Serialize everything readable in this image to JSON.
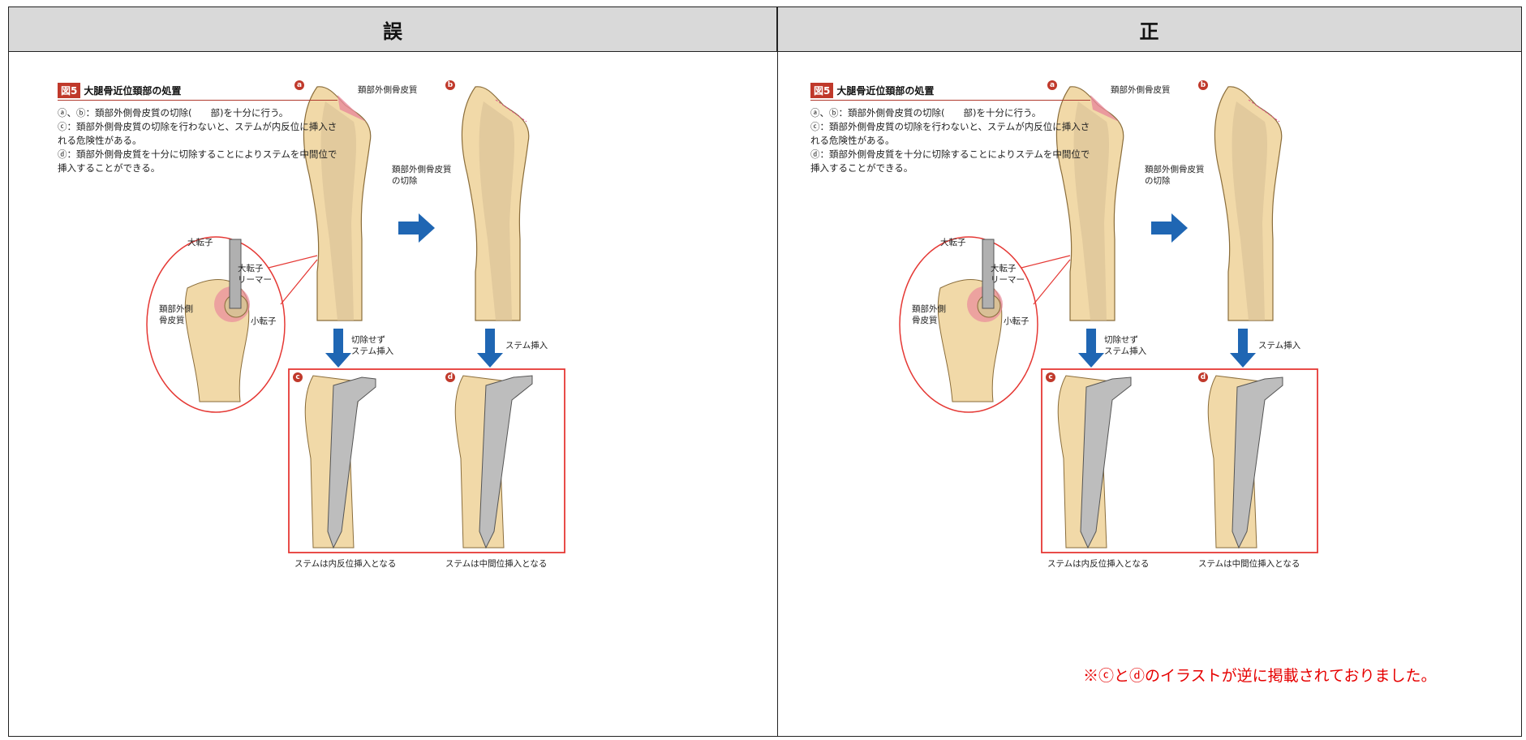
{
  "header": {
    "left_title": "誤",
    "right_title": "正"
  },
  "figure": {
    "tag": "図5",
    "title": "大腿骨近位頚部の処置",
    "caption_line1": "ⓐ、ⓑ：頚部外側骨皮質の切除(　　部)を十分に行う。",
    "caption_line2": "ⓒ：頚部外側骨皮質の切除を行わないと、ステムが内反位に挿入される危険性がある。",
    "caption_line3": "ⓓ：頚部外側骨皮質を十分に切除することによりステムを中間位で挿入することができる。",
    "label_a": "a",
    "label_b": "b",
    "label_c": "c",
    "label_d": "d",
    "lbl_cortex": "頚部外側骨皮質",
    "lbl_resect1": "頚部外側骨皮質",
    "lbl_resect2": "の切除",
    "lbl_greater": "大転子",
    "lbl_reamer1": "大転子",
    "lbl_reamer2": "リーマー",
    "lbl_neck1": "頚部外側",
    "lbl_neck2": "骨皮質",
    "lbl_lesser": "小転子",
    "lbl_noresect1": "切除せず",
    "lbl_noresect2": "ステム挿入",
    "lbl_insert": "ステム挿入",
    "caption_c": "ステムは内反位挿入となる",
    "caption_d": "ステムは中間位挿入となる"
  },
  "note": "※ⓒとⓓのイラストが逆に掲載されておりました。",
  "colors": {
    "accent": "#c0392b",
    "arrow": "#1f66b3",
    "box": "#e53935",
    "bone": "#f1d9a8",
    "stem": "#bdbdbd"
  }
}
